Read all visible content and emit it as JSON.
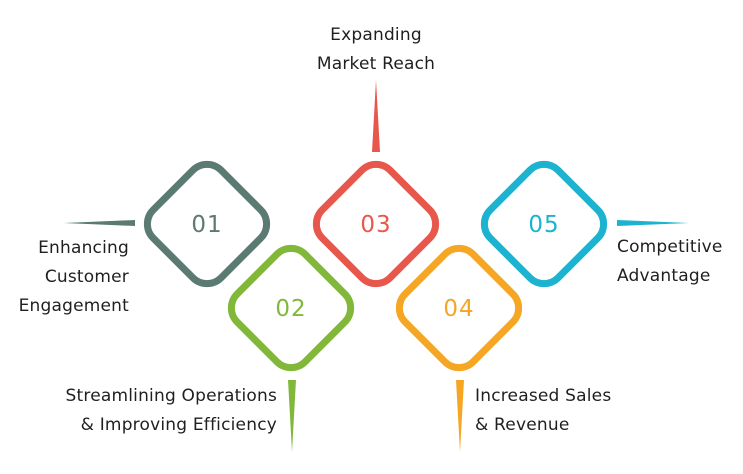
{
  "items": [
    {
      "number": "01",
      "lines": [
        "Enhancing",
        "Customer",
        "Engagement"
      ],
      "color": "#5a7a72"
    },
    {
      "number": "02",
      "lines": [
        "Streamlining Operations",
        "& Improving Efficiency"
      ],
      "color": "#82b83a"
    },
    {
      "number": "03",
      "lines": [
        "Expanding",
        "Market Reach"
      ],
      "color": "#e8574c"
    },
    {
      "number": "04",
      "lines": [
        "Increased Sales",
        "& Revenue"
      ],
      "color": "#f5a623"
    },
    {
      "number": "05",
      "lines": [
        "Competitive",
        "Advantage"
      ],
      "color": "#1bb3cf"
    }
  ]
}
